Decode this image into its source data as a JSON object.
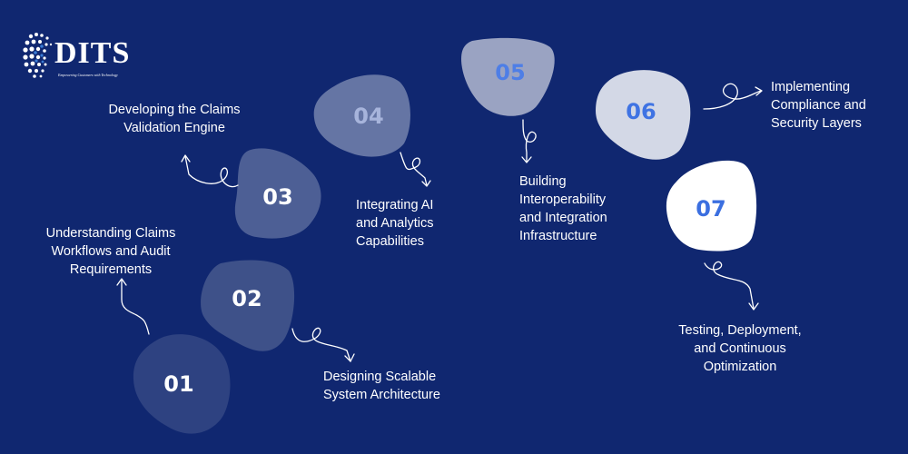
{
  "brand": {
    "name": "DITS",
    "tagline": "Empowering Customers with Technology",
    "accent": "#3a7bd5"
  },
  "background_color": "#102770",
  "steps": [
    {
      "number": "01",
      "label": "Designing Scalable\nSystem Architecture",
      "blob_color": "#2e4281",
      "number_color": "#ffffff"
    },
    {
      "number": "02",
      "label": "Understanding Claims\nWorkflows and Audit\nRequirements",
      "blob_color": "#3e5189",
      "number_color": "#ffffff"
    },
    {
      "number": "03",
      "label": "Developing the Claims\nValidation Engine",
      "blob_color": "#4d5f95",
      "number_color": "#ffffff"
    },
    {
      "number": "04",
      "label": "Integrating AI\nand Analytics\nCapabilities",
      "blob_color": "#6575a4",
      "number_color": "#a7b4db"
    },
    {
      "number": "05",
      "label": "Building\nInteroperability\nand Integration\nInfrastructure",
      "blob_color": "#9aa3c2",
      "number_color": "#4e7ee6"
    },
    {
      "number": "06",
      "label": "Implementing\nCompliance and\nSecurity Layers",
      "blob_color": "#d3d8e6",
      "number_color": "#3f73e3"
    },
    {
      "number": "07",
      "label": "Testing, Deployment,\nand Continuous\nOptimization",
      "blob_color": "#ffffff",
      "number_color": "#3b6fe0"
    }
  ]
}
